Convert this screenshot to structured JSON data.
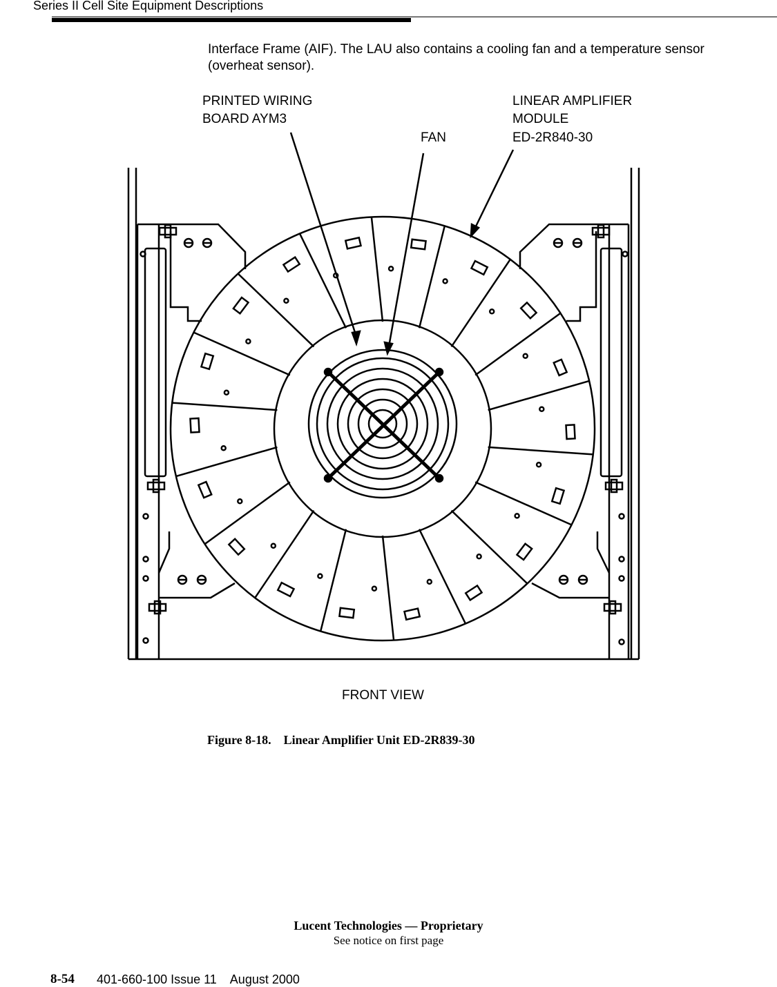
{
  "header": {
    "title": "Series II Cell Site Equipment Descriptions"
  },
  "body_text": "Interface Frame (AIF). The LAU also contains a cooling fan and a temperature sensor (overheat sensor).",
  "figure": {
    "labels": {
      "pwb_line1": "PRINTED WIRING",
      "pwb_line2": "BOARD AYM3",
      "fan": "FAN",
      "lam_line1": "LINEAR AMPLIFIER",
      "lam_line2": "MODULE",
      "lam_line3": "ED-2R840-30",
      "view": "FRONT VIEW"
    },
    "caption": "Figure 8-18.    Linear Amplifier Unit ED-2R839-30",
    "module_count": 18
  },
  "footer": {
    "company": "Lucent Technologies — Proprietary",
    "notice": "See notice on first page",
    "page_number": "8-54",
    "doc_id": "401-660-100 Issue 11    August 2000"
  }
}
